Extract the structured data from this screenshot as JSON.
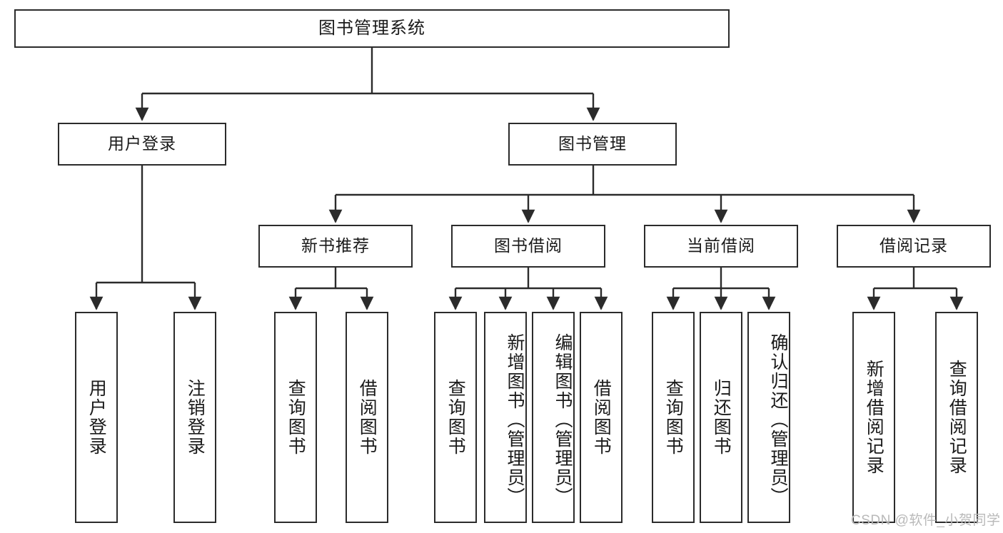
{
  "diagram": {
    "title": "图书管理系统",
    "type": "tree-hierarchy-chart",
    "orientation": "top-down",
    "colors": {
      "stroke": "#2b2b2b",
      "fill": "#ffffff",
      "text": "#1a1a1a",
      "watermark": "#b9b9b9"
    }
  },
  "root": {
    "label": "图书管理系统"
  },
  "level2": [
    {
      "label": "用户登录"
    },
    {
      "label": "图书管理"
    }
  ],
  "level3": [
    {
      "label": "新书推荐"
    },
    {
      "label": "图书借阅"
    },
    {
      "label": "当前借阅"
    },
    {
      "label": "借阅记录"
    }
  ],
  "leaves": {
    "user_login": [
      {
        "label": "用户登录"
      },
      {
        "label": "注销登录"
      }
    ],
    "new_book_recommend": [
      {
        "label": "查询图书"
      },
      {
        "label": "借阅图书"
      }
    ],
    "book_borrow": [
      {
        "label": "查询图书"
      },
      {
        "label": "新增图书（管理员）"
      },
      {
        "label": "编辑图书（管理员）"
      },
      {
        "label": "借阅图书"
      }
    ],
    "current_borrow": [
      {
        "label": "查询图书"
      },
      {
        "label": "归还图书"
      },
      {
        "label": "确认归还（管理员）"
      }
    ],
    "borrow_record": [
      {
        "label": "新增借阅记录"
      },
      {
        "label": "查询借阅记录"
      }
    ]
  },
  "watermark": {
    "text": "CSDN @软件_小贺同学"
  }
}
